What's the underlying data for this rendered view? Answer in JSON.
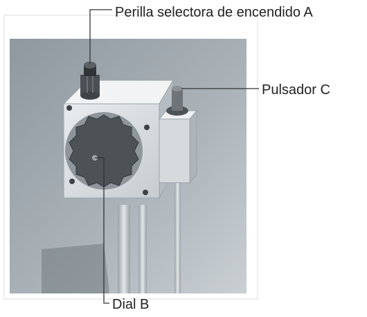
{
  "labels": {
    "a": "Perilla selectora de encendido A",
    "b": "Dial B",
    "c": "Pulsador C"
  }
}
